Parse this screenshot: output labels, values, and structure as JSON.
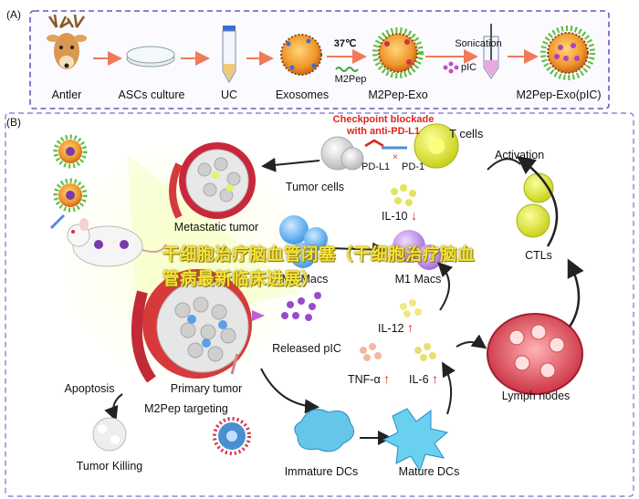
{
  "panel_a": {
    "tag": "(A)",
    "steps": [
      "Antler",
      "ASCs culture",
      "UC",
      "Exosomes",
      "M2Pep-Exo",
      "M2Pep-Exo(pIC)"
    ],
    "temperature": "37℃",
    "reagent": "M2Pep",
    "process": "Sonication",
    "cargo": "pIC"
  },
  "panel_b": {
    "tag": "(B)",
    "checkpoint_title": "Checkpoint blockade",
    "checkpoint_subtitle": "with anti-PD-L1",
    "t_cells": "T cells",
    "pd_l1": "PD-L1",
    "pd_1": "PD-1",
    "activation": "Activation",
    "tumor_cells": "Tumor cells",
    "metastatic_tumor": "Metastatic tumor",
    "il10": "IL-10",
    "m2_macs": "M2 Macs",
    "m1_macs": "M1 Macs",
    "ctls": "CTLs",
    "il12": "IL-12",
    "released_pic": "Released pIC",
    "tnf": "TNF-α",
    "il6": "IL-6",
    "lymph_nodes": "Lymph nodes",
    "apoptosis": "Apoptosis",
    "primary_tumor": "Primary tumor",
    "m2pep_targeting": "M2Pep targeting",
    "tumor_killing": "Tumor Killing",
    "immature_dcs": "Immature DCs",
    "mature_dcs": "Mature DCs"
  },
  "watermark": "干细胞治疗脑血管闭塞（干细胞治疗脑血管病最新临床进展）",
  "colors": {
    "border_dash": "#6a55c4",
    "flow_arrow": "#f07a5a",
    "up_down_arrow": "#e0241c",
    "watermark": "#f5e23a",
    "exosome_core": "#f2a030",
    "tumor_red": "#d63a3a"
  }
}
